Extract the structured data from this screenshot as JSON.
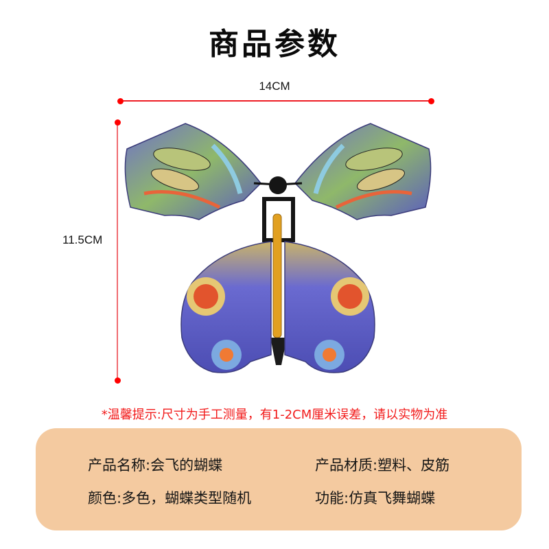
{
  "header": {
    "title": "商品参数"
  },
  "dimensions": {
    "width_label": "14CM",
    "height_label": "11.5CM",
    "line_color": "#ee1c24"
  },
  "product_image": {
    "subject": "flying-butterfly-toy",
    "alt": "会飞的蝴蝶"
  },
  "note": {
    "text": "*温馨提示:尺寸为手工测量，有1-2CM厘米误差，请以实物为准",
    "color": "#f21a1a"
  },
  "specs": {
    "background": "#f4caa0",
    "items": [
      {
        "label": "产品名称:会飞的蝴蝶"
      },
      {
        "label": "产品材质:塑料、皮筋"
      },
      {
        "label": "颜色:多色，蝴蝶类型随机"
      },
      {
        "label": "功能:仿真飞舞蝴蝶"
      }
    ]
  }
}
